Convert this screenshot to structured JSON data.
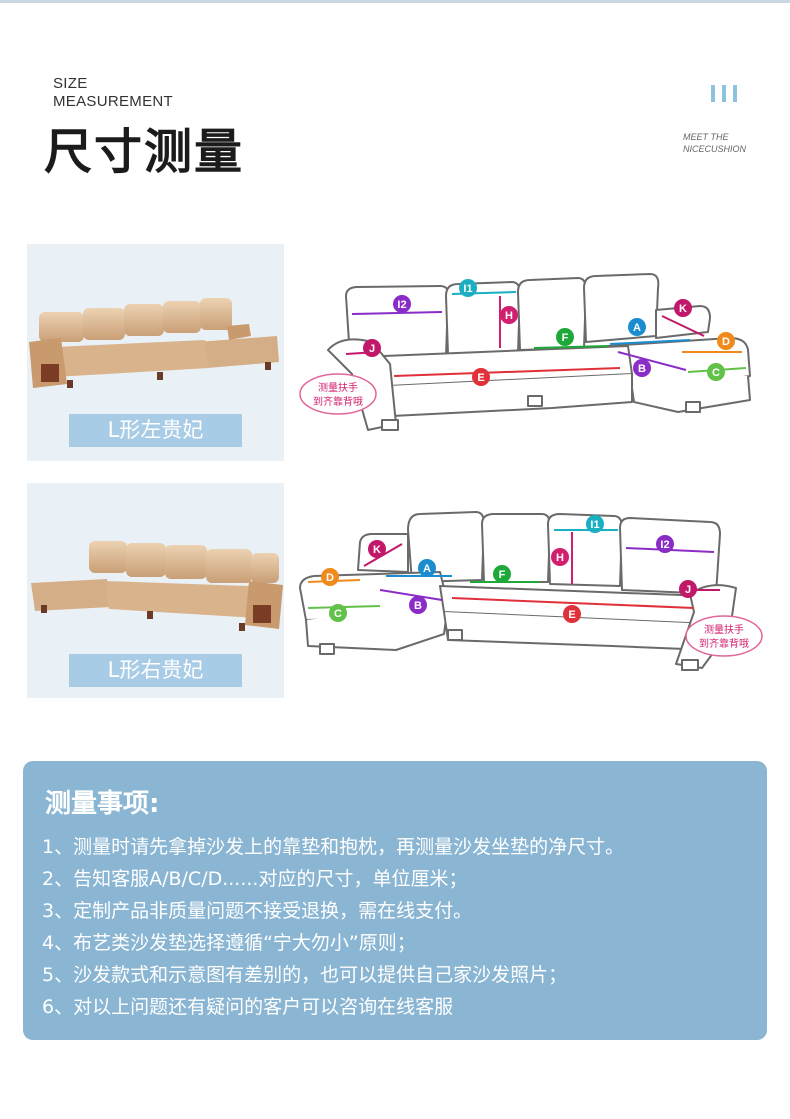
{
  "header": {
    "en_line1": "SIZE",
    "en_line2": "MEASUREMENT",
    "cn_title": "尺寸测量",
    "meet_line1": "MEET THE",
    "meet_line2": "NICECUSHION"
  },
  "colors": {
    "accent": "#8ab6d3",
    "tag": "#a9cce6",
    "leather": "#d9b48e",
    "note_pink": "#d21d6e"
  },
  "rows": [
    {
      "label": "L形左贵妃"
    },
    {
      "label": "L形右贵妃"
    }
  ],
  "markers": {
    "A": "A",
    "B": "B",
    "C": "C",
    "D": "D",
    "E": "E",
    "F": "F",
    "H": "H",
    "I1": "I1",
    "I2": "I2",
    "J": "J",
    "K": "K"
  },
  "armrest_note": {
    "line1": "测量扶手",
    "line2": "到齐靠背哦"
  },
  "notes": {
    "title": "测量事项:",
    "items": [
      "1、测量时请先拿掉沙发上的靠垫和抱枕，再测量沙发坐垫的净尺寸。",
      "2、告知客服A/B/C/D......对应的尺寸，单位厘米；",
      "3、定制产品非质量问题不接受退换，需在线支付。",
      "4、布艺类沙发垫选择遵循“宁大勿小”原则；",
      "5、沙发款式和示意图有差别的，也可以提供自己家沙发照片；",
      "6、对以上问题还有疑问的客户可以咨询在线客服"
    ]
  }
}
